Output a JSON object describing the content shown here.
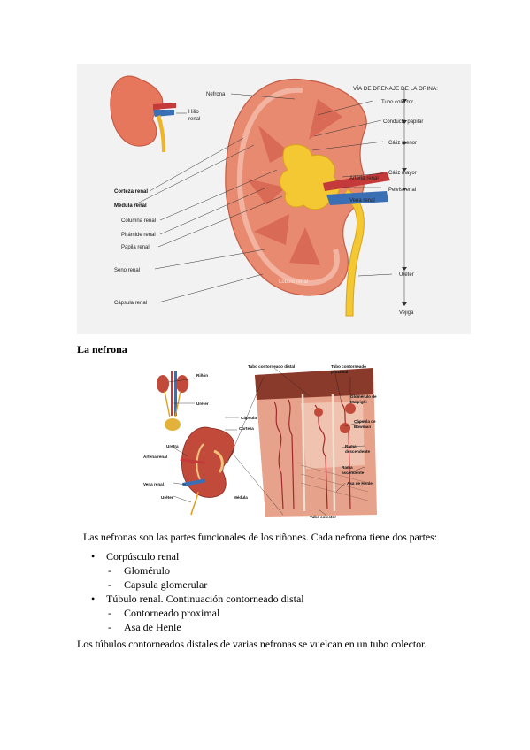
{
  "figure1": {
    "title": "VÍA DE DRENAJE DE LA ORINA:",
    "labels": {
      "nefrona": "Nefrona",
      "hilio": "Hilio",
      "renal": "renal",
      "tubo_colector": "Tubo colector",
      "conducto_papilar": "Conducto papilar",
      "caliz_menor": "Cáliz menor",
      "caliz_mayor": "Cáliz mayor",
      "arteria_renal": "Arteria renal",
      "pelvis_renal": "Pelvis renal",
      "vena_renal": "Vena renal",
      "corteza_renal": "Corteza renal",
      "medula_renal": "Médula renal",
      "columna_renal": "Columna renal",
      "piramide_renal": "Pirámide renal",
      "papila_renal": "Papila renal",
      "seno_renal": "Seno renal",
      "lobulo_renal": "Lóbulo renal",
      "capsula_renal": "Cápsula renal",
      "ureter": "Uréter",
      "vejiga": "Vejiga"
    }
  },
  "heading": "La nefrona",
  "figure2": {
    "labels": {
      "tubo_contorneado_distal": "Tubo contorneado distal",
      "tubo_contorneado_proximal_1": "Tubo contorneado",
      "tubo_contorneado_proximal_2": "proximal",
      "rinon": "Riñón",
      "ureter": "Uréter",
      "glomerulo_1": "Glomérulo de",
      "glomerulo_2": "Malpighi",
      "capsula": "Cápsula",
      "corteza": "Corteza",
      "capsula_bowman_1": "Cápsula de",
      "capsula_bowman_2": "Bowman",
      "uretra": "Uretra",
      "rama_desc_1": "Rama",
      "rama_desc_2": "descendente",
      "arteria_renal": "Arteria renal",
      "rama_asc_1": "Rama",
      "rama_asc_2": "ascendente",
      "vena_renal": "Vena renal",
      "asa_henle": "Asa de Henle",
      "ureter2": "Uréter",
      "medula": "Médula",
      "tubo_colector": "Tubo colector"
    }
  },
  "paragraph": "Las nefronas son las partes funcionales de los riñones. Cada nefrona tiene dos partes:",
  "list": {
    "bullet": "•",
    "dash": "-",
    "item1": "Corpúsculo renal",
    "item1_sub1": "Glomérulo",
    "item1_sub2": "Capsula glomerular",
    "item2": "Túbulo renal. Continuación contorneado distal",
    "item2_sub1": "Contorneado proximal",
    "item2_sub2": "Asa de Henle"
  },
  "closing": "Los túbulos contorneados distales de varias nefronas se vuelcan en un tubo colector."
}
